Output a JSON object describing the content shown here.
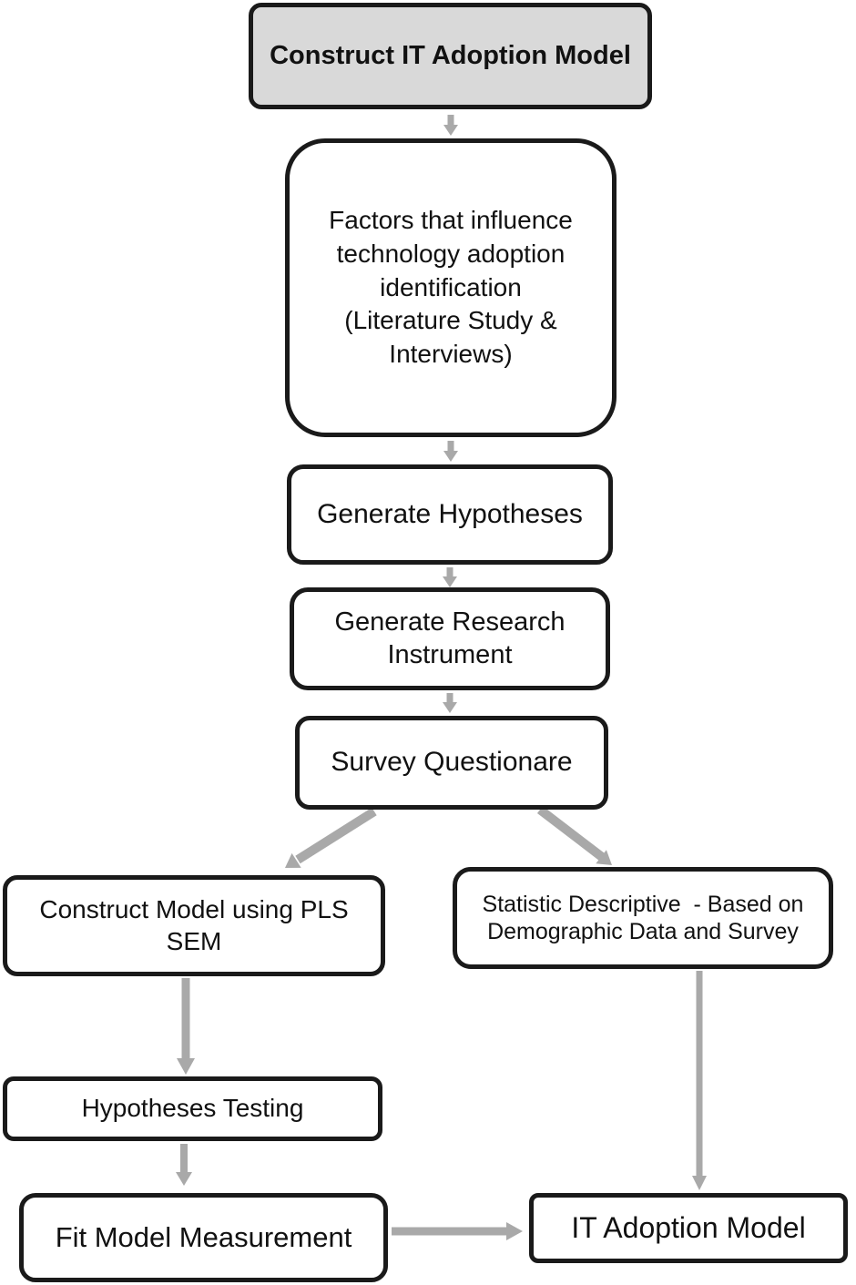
{
  "colors": {
    "box_border": "#1a1a1a",
    "box_fill": "#ffffff",
    "title_fill": "#d9d9d9",
    "arrow_color": "#a9a9a9",
    "text_color": "#111111",
    "page_bg": "#ffffff"
  },
  "diagram": {
    "type": "flowchart",
    "nodes": {
      "construct_it_adoption_model": {
        "label": "Construct IT Adoption Model",
        "style": "title-gray"
      },
      "factors_identification": {
        "label": [
          "Factors that influence",
          "technology adoption",
          "identification",
          "(Literature Study &",
          "Interviews)"
        ]
      },
      "generate_hypotheses": {
        "label": "Generate Hypotheses"
      },
      "generate_research_instrument": {
        "label": [
          "Generate Research",
          "Instrument"
        ]
      },
      "survey_questionare": {
        "label": "Survey Questionare"
      },
      "construct_model_pls_sem": {
        "label": [
          "Construct Model using PLS",
          "SEM"
        ]
      },
      "statistic_descriptive": {
        "label": [
          "Statistic Descriptive  - Based on",
          "Demographic Data and Survey"
        ]
      },
      "hypotheses_testing": {
        "label": "Hypotheses Testing"
      },
      "fit_model_measurement": {
        "label": "Fit Model Measurement"
      },
      "it_adoption_model": {
        "label": "IT Adoption Model"
      }
    },
    "edges": [
      {
        "from": "construct_it_adoption_model",
        "to": "factors_identification"
      },
      {
        "from": "factors_identification",
        "to": "generate_hypotheses"
      },
      {
        "from": "generate_hypotheses",
        "to": "generate_research_instrument"
      },
      {
        "from": "generate_research_instrument",
        "to": "survey_questionare"
      },
      {
        "from": "survey_questionare",
        "to": "construct_model_pls_sem"
      },
      {
        "from": "survey_questionare",
        "to": "statistic_descriptive"
      },
      {
        "from": "construct_model_pls_sem",
        "to": "hypotheses_testing"
      },
      {
        "from": "hypotheses_testing",
        "to": "fit_model_measurement"
      },
      {
        "from": "fit_model_measurement",
        "to": "it_adoption_model"
      },
      {
        "from": "statistic_descriptive",
        "to": "it_adoption_model"
      }
    ]
  }
}
